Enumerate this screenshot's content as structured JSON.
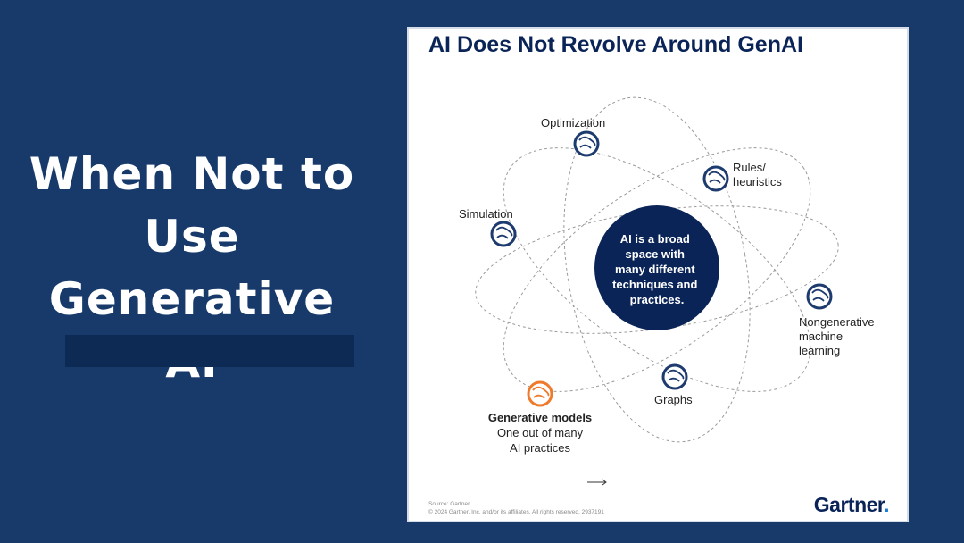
{
  "slide": {
    "headline_lines": [
      "When Not to",
      "Use",
      "Generative AI"
    ]
  },
  "card": {
    "title": "AI Does Not Revolve Around GenAI",
    "core_lines": [
      "AI is a broad",
      "space with",
      "many different",
      "techniques and",
      "practices."
    ],
    "nodes": [
      {
        "id": "optimization",
        "lines": [
          "Optimization"
        ],
        "highlight": false
      },
      {
        "id": "rules",
        "lines": [
          "Rules/",
          "heuristics"
        ],
        "highlight": false
      },
      {
        "id": "simulation",
        "lines": [
          "Simulation"
        ],
        "highlight": false
      },
      {
        "id": "nongenerative",
        "lines": [
          "Nongenerative",
          "machine",
          "learning"
        ],
        "highlight": false
      },
      {
        "id": "graphs",
        "lines": [
          "Graphs"
        ],
        "highlight": false
      },
      {
        "id": "generative",
        "lines": [
          "Generative models",
          "One out of many",
          "AI practices"
        ],
        "highlight": true
      }
    ],
    "footer_source": "Source: Gartner",
    "footer_copyright": "© 2024 Gartner, Inc. and/or its affiliates. All rights reserved. 2937191",
    "logo_text": "Gartner",
    "logo_dot": "."
  },
  "colors": {
    "background": "#173a6b",
    "accent_bar": "#0d2a55",
    "core": "#0a2458",
    "node": "#1d3b6e",
    "highlight": "#f07a2b"
  }
}
